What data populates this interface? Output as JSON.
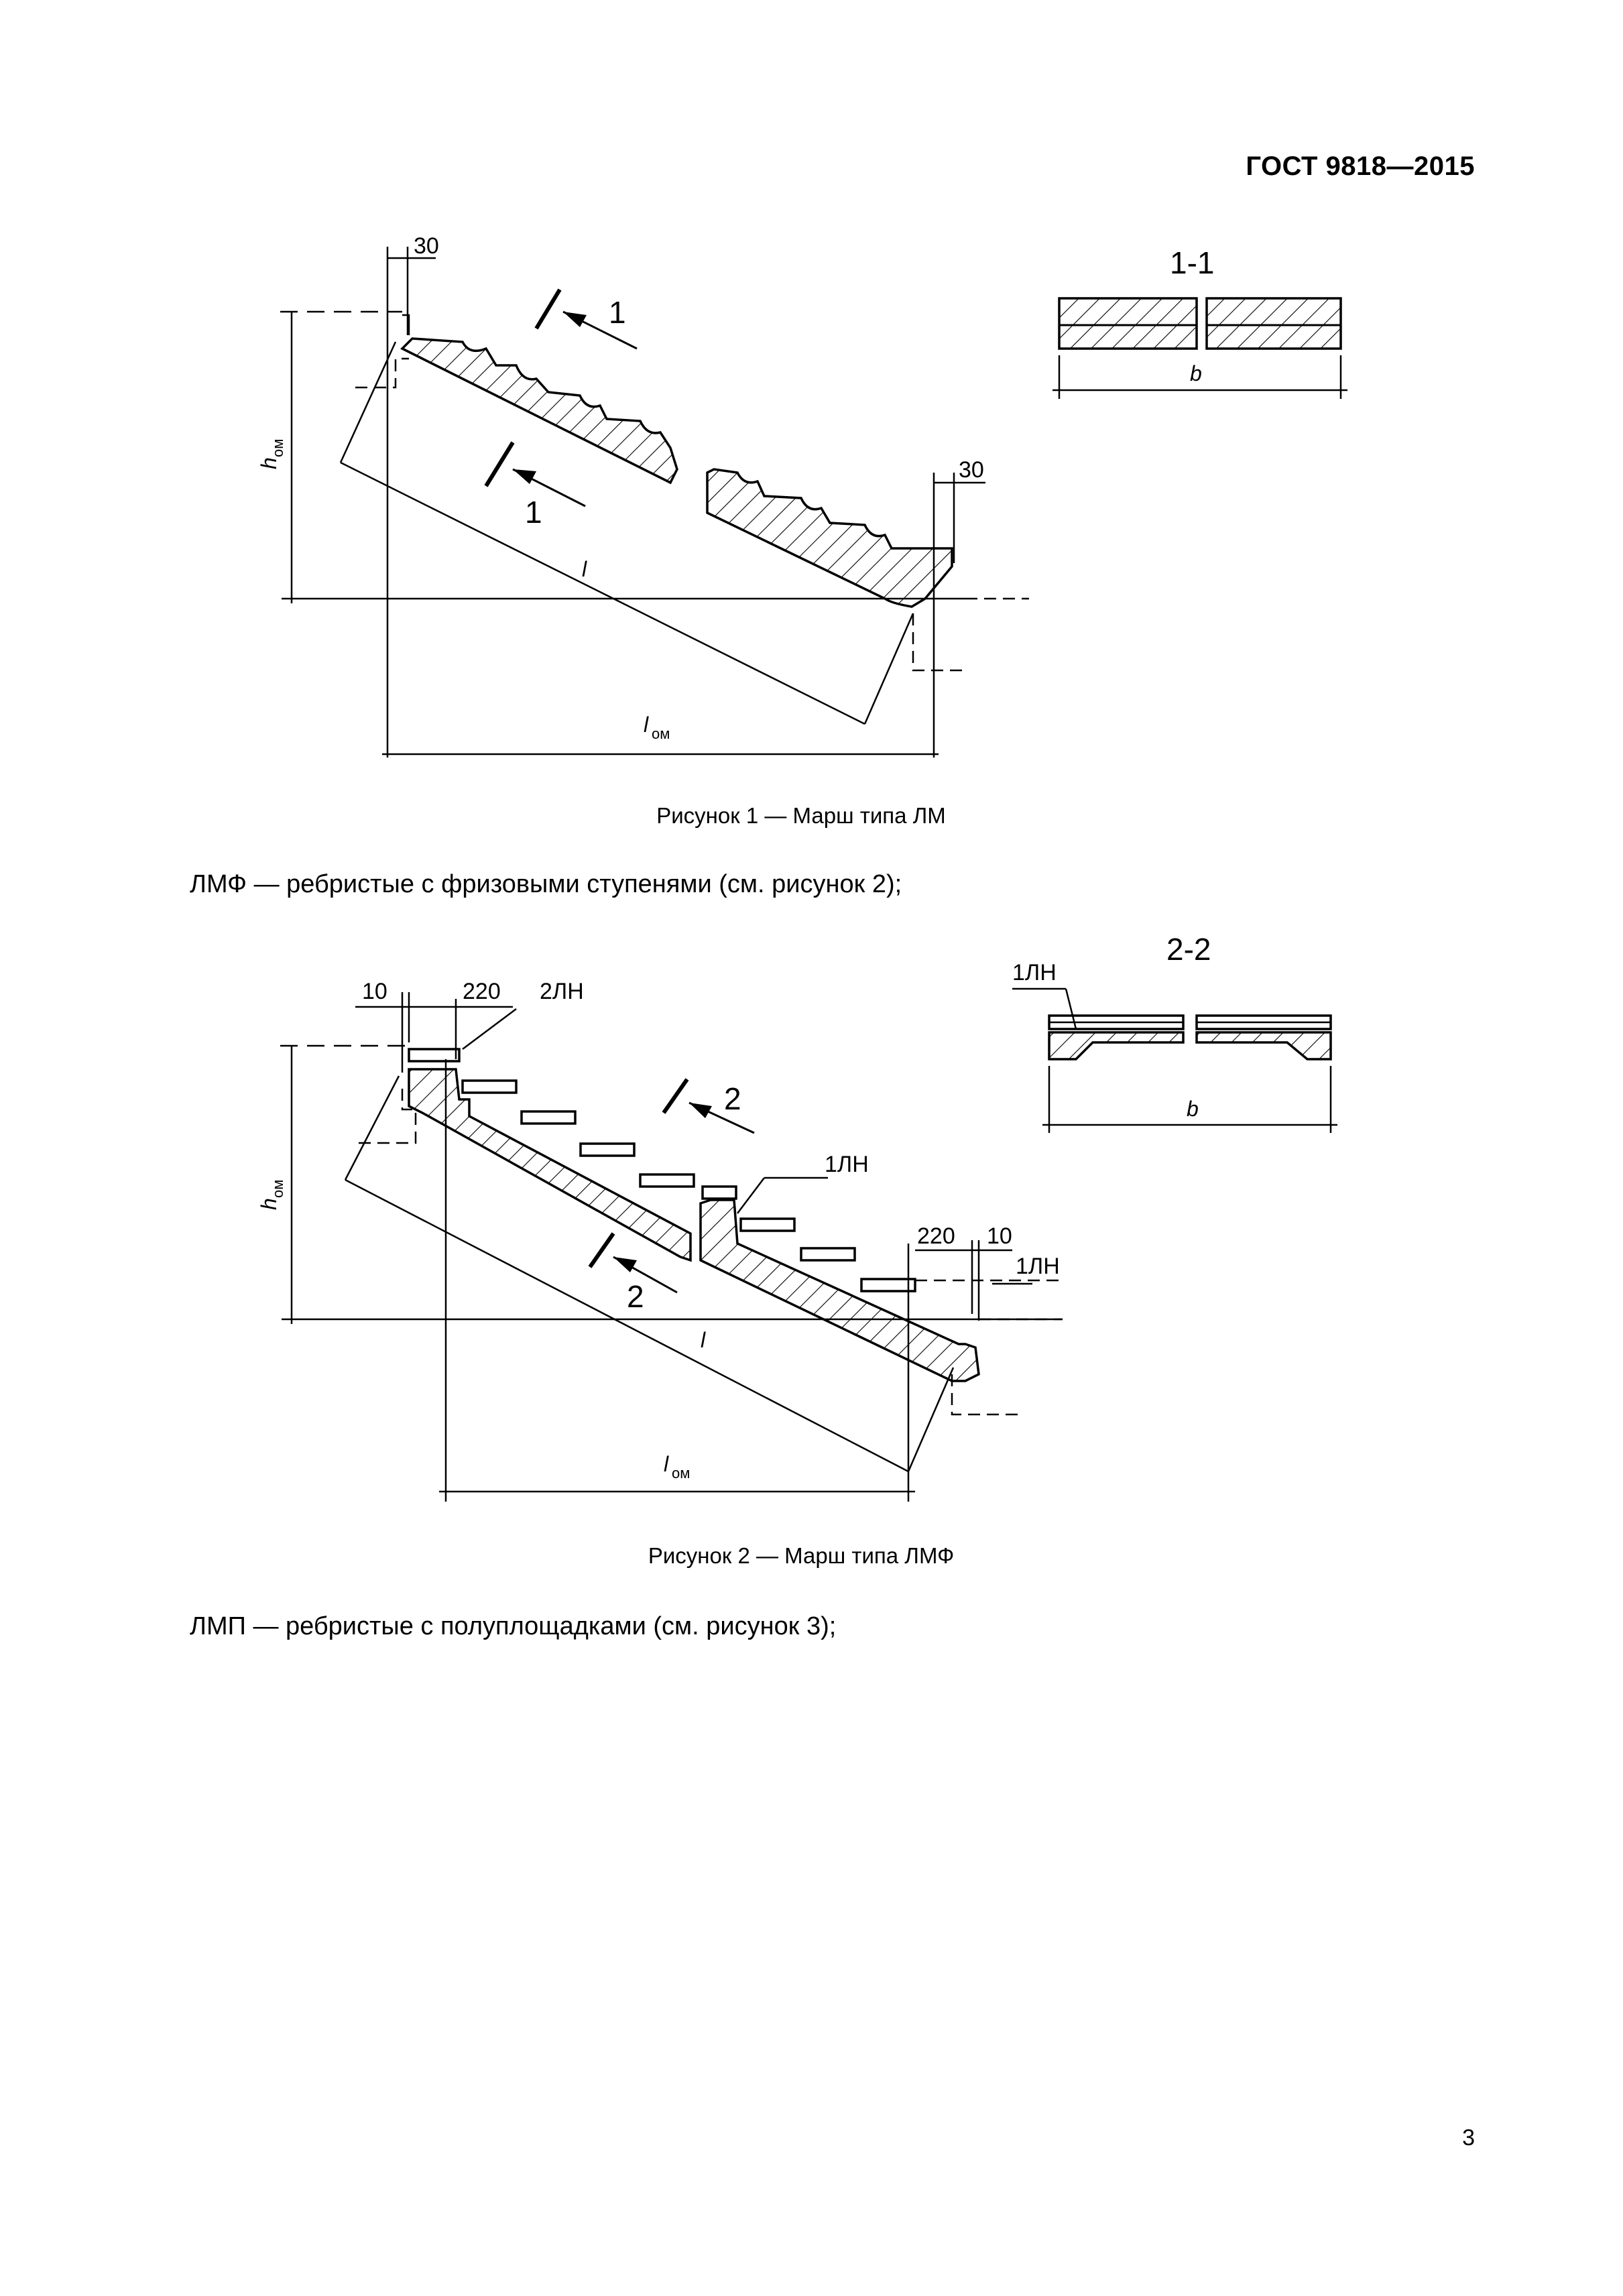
{
  "header": {
    "doc_id": "ГОСТ 9818—2015"
  },
  "figure1": {
    "caption": "Рисунок 1 — Марш типа ЛМ",
    "dim_top": "30",
    "dim_right": "30",
    "section_mark": "1",
    "section_title": "1-1",
    "width_symbol": "b",
    "height_symbol": "h",
    "height_subscript": "ом",
    "slope_symbol": "l",
    "length_symbol": "l",
    "length_subscript": "ом"
  },
  "paragraph_lmf": "ЛМФ — ребристые с фризовыми ступенями (см. рисунок 2);",
  "figure2": {
    "caption": "Рисунок 2 — Марш типа ЛМФ",
    "dim_left_gap": "10",
    "dim_left_width": "220",
    "label_2ln": "2ЛН",
    "label_1ln_mid": "1ЛН",
    "label_1ln_right": "1ЛН",
    "label_1ln_section": "1ЛН",
    "dim_right_width": "220",
    "dim_right_gap": "10",
    "section_mark": "2",
    "section_title": "2-2",
    "width_symbol": "b",
    "height_symbol": "h",
    "height_subscript": "ом",
    "slope_symbol": "l",
    "length_symbol": "l",
    "length_subscript": "ом"
  },
  "paragraph_lmp": "ЛМП — ребристые с полуплощадками (см. рисунок 3);",
  "page_number": "3"
}
